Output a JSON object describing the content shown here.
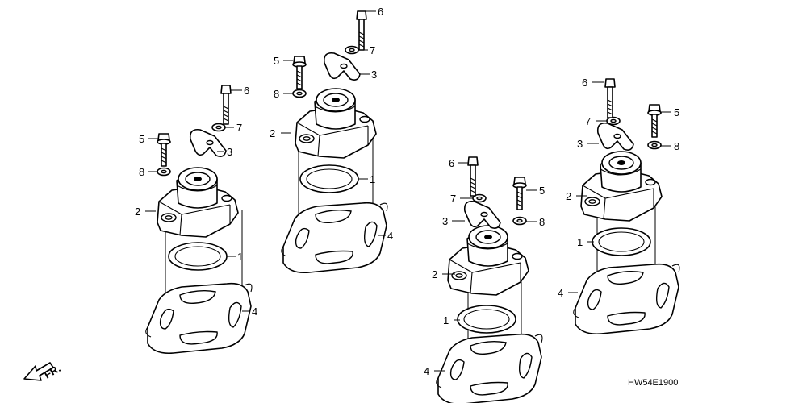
{
  "parts": [
    {
      "key": "p1",
      "label": "1"
    },
    {
      "key": "p2",
      "label": "2"
    },
    {
      "key": "p3",
      "label": "3"
    },
    {
      "key": "p4",
      "label": "4"
    },
    {
      "key": "p5",
      "label": "5"
    },
    {
      "key": "p6",
      "label": "6"
    },
    {
      "key": "p7",
      "label": "7"
    },
    {
      "key": "p8",
      "label": "8"
    }
  ],
  "direction_label": "FR.",
  "diagram_code": "HW54E1900",
  "mount_sets": [
    {
      "name": "engine-mount-set-a",
      "callouts": [
        "p1",
        "p2",
        "p3",
        "p4",
        "p5",
        "p6",
        "p7",
        "p8"
      ]
    },
    {
      "name": "engine-mount-set-b",
      "callouts": [
        "p1",
        "p2",
        "p3",
        "p4",
        "p5",
        "p6",
        "p7",
        "p8"
      ]
    },
    {
      "name": "engine-mount-set-c",
      "callouts": [
        "p1",
        "p2",
        "p3",
        "p4",
        "p5",
        "p6",
        "p7",
        "p8"
      ]
    },
    {
      "name": "engine-mount-set-d",
      "callouts": [
        "p1",
        "p2",
        "p3",
        "p4",
        "p5",
        "p6",
        "p7",
        "p8"
      ]
    }
  ]
}
